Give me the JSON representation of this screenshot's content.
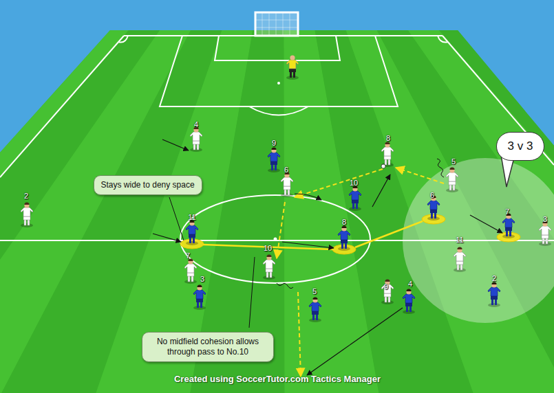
{
  "diagram": {
    "nodes": [
      {
        "text": [
          "3 v 3"
        ]
      },
      {
        "text": [
          "Stays wide to deny space"
        ]
      },
      {
        "text": [
          "No midfield cohesion allows through pass to No.10"
        ]
      }
    ],
    "labels": [
      "4",
      "8",
      "9",
      "5",
      "6",
      "10",
      "6",
      "2",
      "7",
      "11",
      "3",
      "8",
      "11",
      "10",
      "7",
      "3",
      "2",
      "4",
      "9",
      "5",
      "Created using SoccerTutor.com Tactics Manager"
    ]
  }
}
